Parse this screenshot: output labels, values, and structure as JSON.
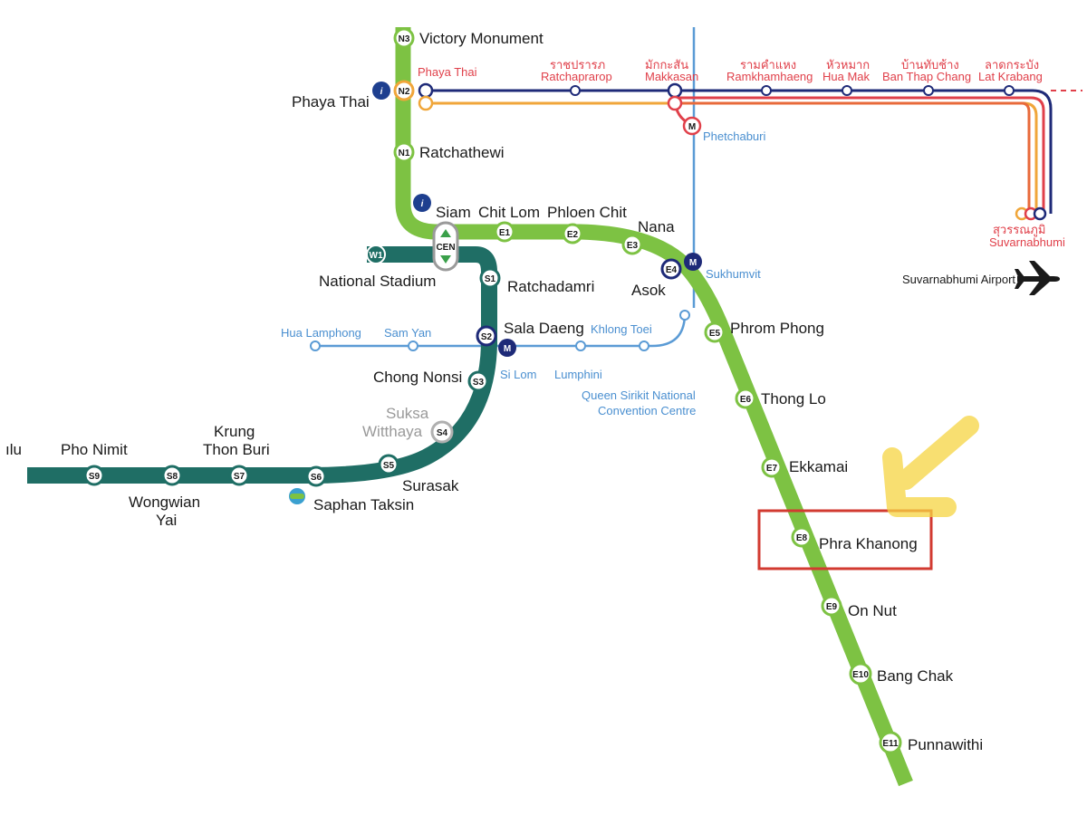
{
  "colors": {
    "sukhumvit_line": "#7dc243",
    "silom_line": "#1f6e65",
    "mrt_blue": "#5b9bd5",
    "airport_link": "#1e2a78",
    "arl_red": "#e0404a",
    "arl_orange": "#f0a63a",
    "highlight_box": "#d23a30",
    "annotation_arrow": "#f5d442"
  },
  "sukhumvit": {
    "n3": {
      "code": "N3",
      "name": "Victory Monument"
    },
    "n2": {
      "code": "N2",
      "name": "Phaya Thai",
      "name_ext": "Phaya Thai"
    },
    "n1": {
      "code": "N1",
      "name": "Ratchathewi"
    },
    "cen": {
      "code": "CEN",
      "name": "Siam"
    },
    "e1": {
      "code": "E1",
      "name": "Chit Lom"
    },
    "e2": {
      "code": "E2",
      "name": "Phloen Chit"
    },
    "e3": {
      "code": "E3",
      "name": "Nana"
    },
    "e4": {
      "code": "E4",
      "name": "Asok",
      "mrt": "Sukhumvit"
    },
    "e5": {
      "code": "E5",
      "name": "Phrom Phong"
    },
    "e6": {
      "code": "E6",
      "name": "Thong Lo"
    },
    "e7": {
      "code": "E7",
      "name": "Ekkamai"
    },
    "e8": {
      "code": "E8",
      "name": "Phra Khanong"
    },
    "e9": {
      "code": "E9",
      "name": "On Nut"
    },
    "e10": {
      "code": "E10",
      "name": "Bang Chak"
    },
    "e11": {
      "code": "E11",
      "name": "Punnawithi"
    }
  },
  "silom": {
    "w1": {
      "code": "W1",
      "name": "National Stadium"
    },
    "s1": {
      "code": "S1",
      "name": "Ratchadamri"
    },
    "s2": {
      "code": "S2",
      "name": "Sala Daeng",
      "mrt": "Si Lom"
    },
    "s3": {
      "code": "S3",
      "name": "Chong Nonsi"
    },
    "s4": {
      "code": "S4",
      "name_line1": "Suksa",
      "name_line2": "Witthaya"
    },
    "s5": {
      "code": "S5",
      "name": "Surasak"
    },
    "s6": {
      "code": "S6",
      "name": "Saphan Taksin"
    },
    "s7": {
      "code": "S7",
      "name_line1": "Krung",
      "name_line2": "Thon Buri"
    },
    "s8": {
      "code": "S8",
      "name_line1": "Wongwian",
      "name_line2": "Yai"
    },
    "s9": {
      "code": "S9",
      "name": "Pho Nimit"
    },
    "cut_label": "ılu"
  },
  "mrt": {
    "hua_lamphong": "Hua Lamphong",
    "sam_yan": "Sam Yan",
    "khlong_toei": "Khlong Toei",
    "lumphini": "Lumphini",
    "qsncc_line1": "Queen Sirikit National",
    "qsncc_line2": "Convention Centre",
    "phetchaburi": "Phetchaburi",
    "mrt_glyph": "M"
  },
  "airport_link": {
    "ratchaprarop_th": "ราชปรารภ",
    "ratchaprarop": "Ratchaprarop",
    "makkasan_th": "มักกะสัน",
    "makkasan": "Makkasan",
    "ramkhamhaeng_th": "รามคำแหง",
    "ramkhamhaeng": "Ramkhamhaeng",
    "hua_mak_th": "หัวหมาก",
    "hua_mak": "Hua Mak",
    "ban_thap_chang_th": "บ้านทับช้าง",
    "ban_thap_chang": "Ban Thap Chang",
    "lat_krabang_th": "ลาดกระบัง",
    "lat_krabang": "Lat Krabang",
    "suvarnabhumi_th": "สุวรรณภูมิ",
    "suvarnabhumi": "Suvarnabhumi",
    "airport_label": "Suvarnabhumi Airport"
  },
  "info_glyph": "i"
}
